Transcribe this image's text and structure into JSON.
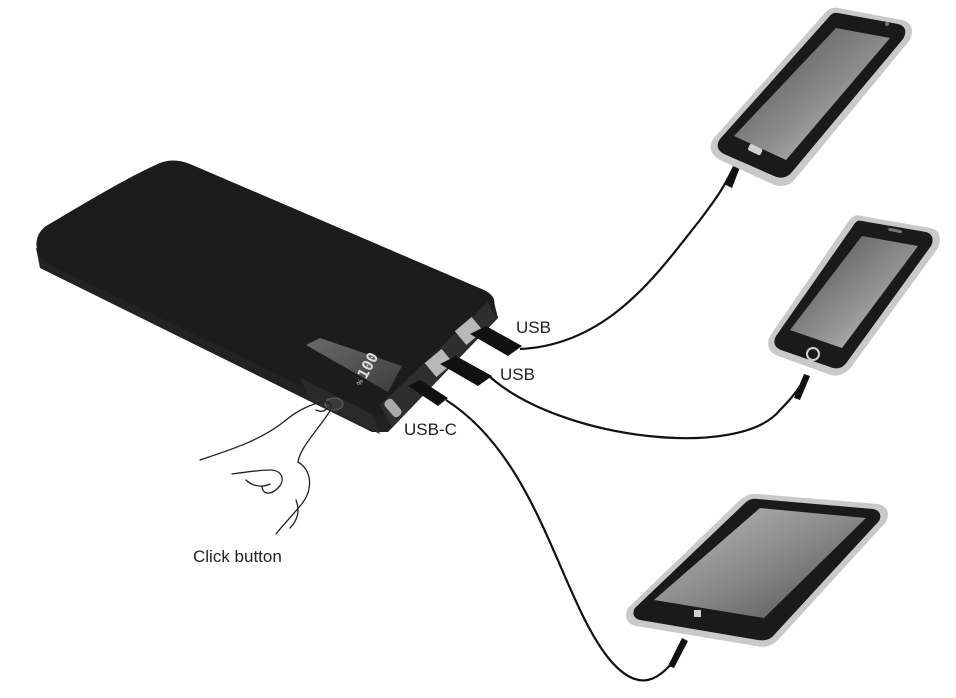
{
  "labels": {
    "usb_top": "USB",
    "usb_middle": "USB",
    "usb_c": "USB-C",
    "click_button": "Click button"
  },
  "display": {
    "percent_value": "100",
    "percent_sign": "%"
  },
  "colors": {
    "power_bank_body": "#1c1c1c",
    "power_bank_edge": "#2c2c2c",
    "phone_bezel": "#1a1a1a",
    "phone_frame": "#c8c8c8",
    "screen_dark": "#555555",
    "screen_light": "#d6d6d6",
    "cable": "#111111"
  },
  "icons": [
    "power-bank-illustration",
    "phone-illustration",
    "hand-icon",
    "usb-plug-icon"
  ]
}
